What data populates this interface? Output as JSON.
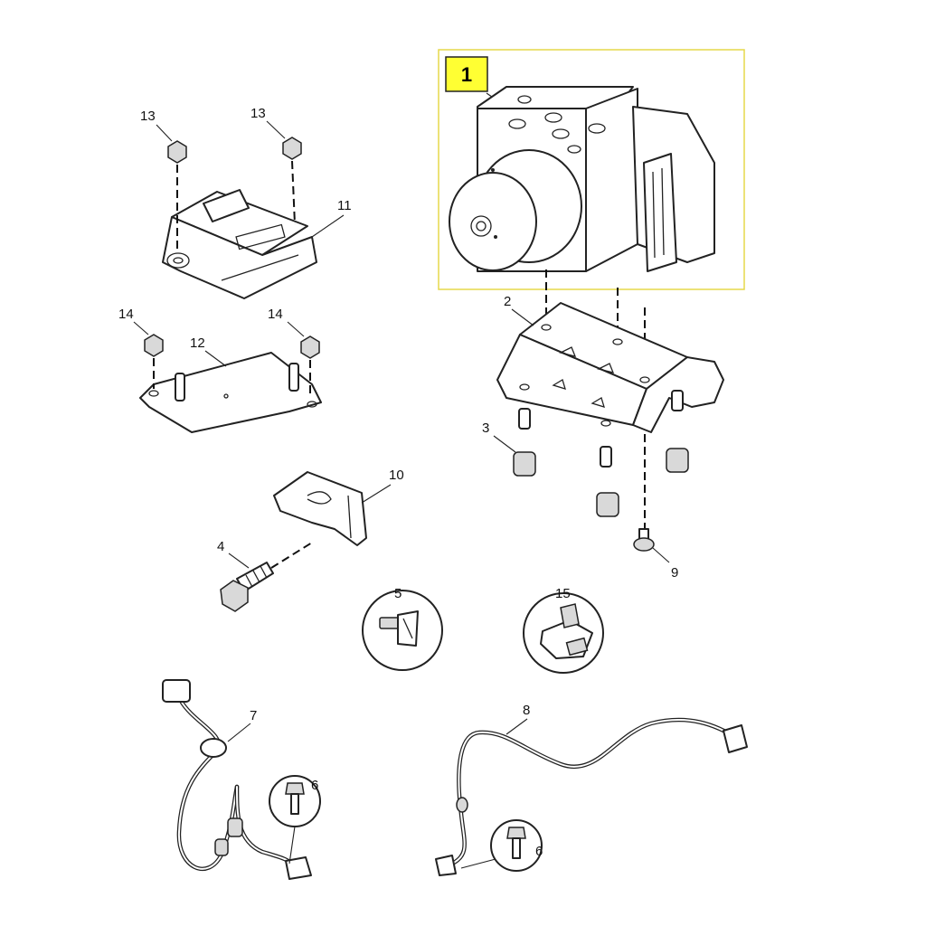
{
  "callouts": {
    "c1": "1",
    "c2": "2",
    "c3": "3",
    "c4": "4",
    "c5": "5",
    "c6a": "6",
    "c6b": "6",
    "c7": "7",
    "c8": "8",
    "c9": "9",
    "c10": "10",
    "c11": "11",
    "c12": "12",
    "c13a": "13",
    "c13b": "13",
    "c14a": "14",
    "c14b": "14",
    "c15": "15"
  },
  "colors": {
    "highlight_fill": "#ffff33",
    "highlight_border": "#e6d84a",
    "line": "#222222"
  }
}
